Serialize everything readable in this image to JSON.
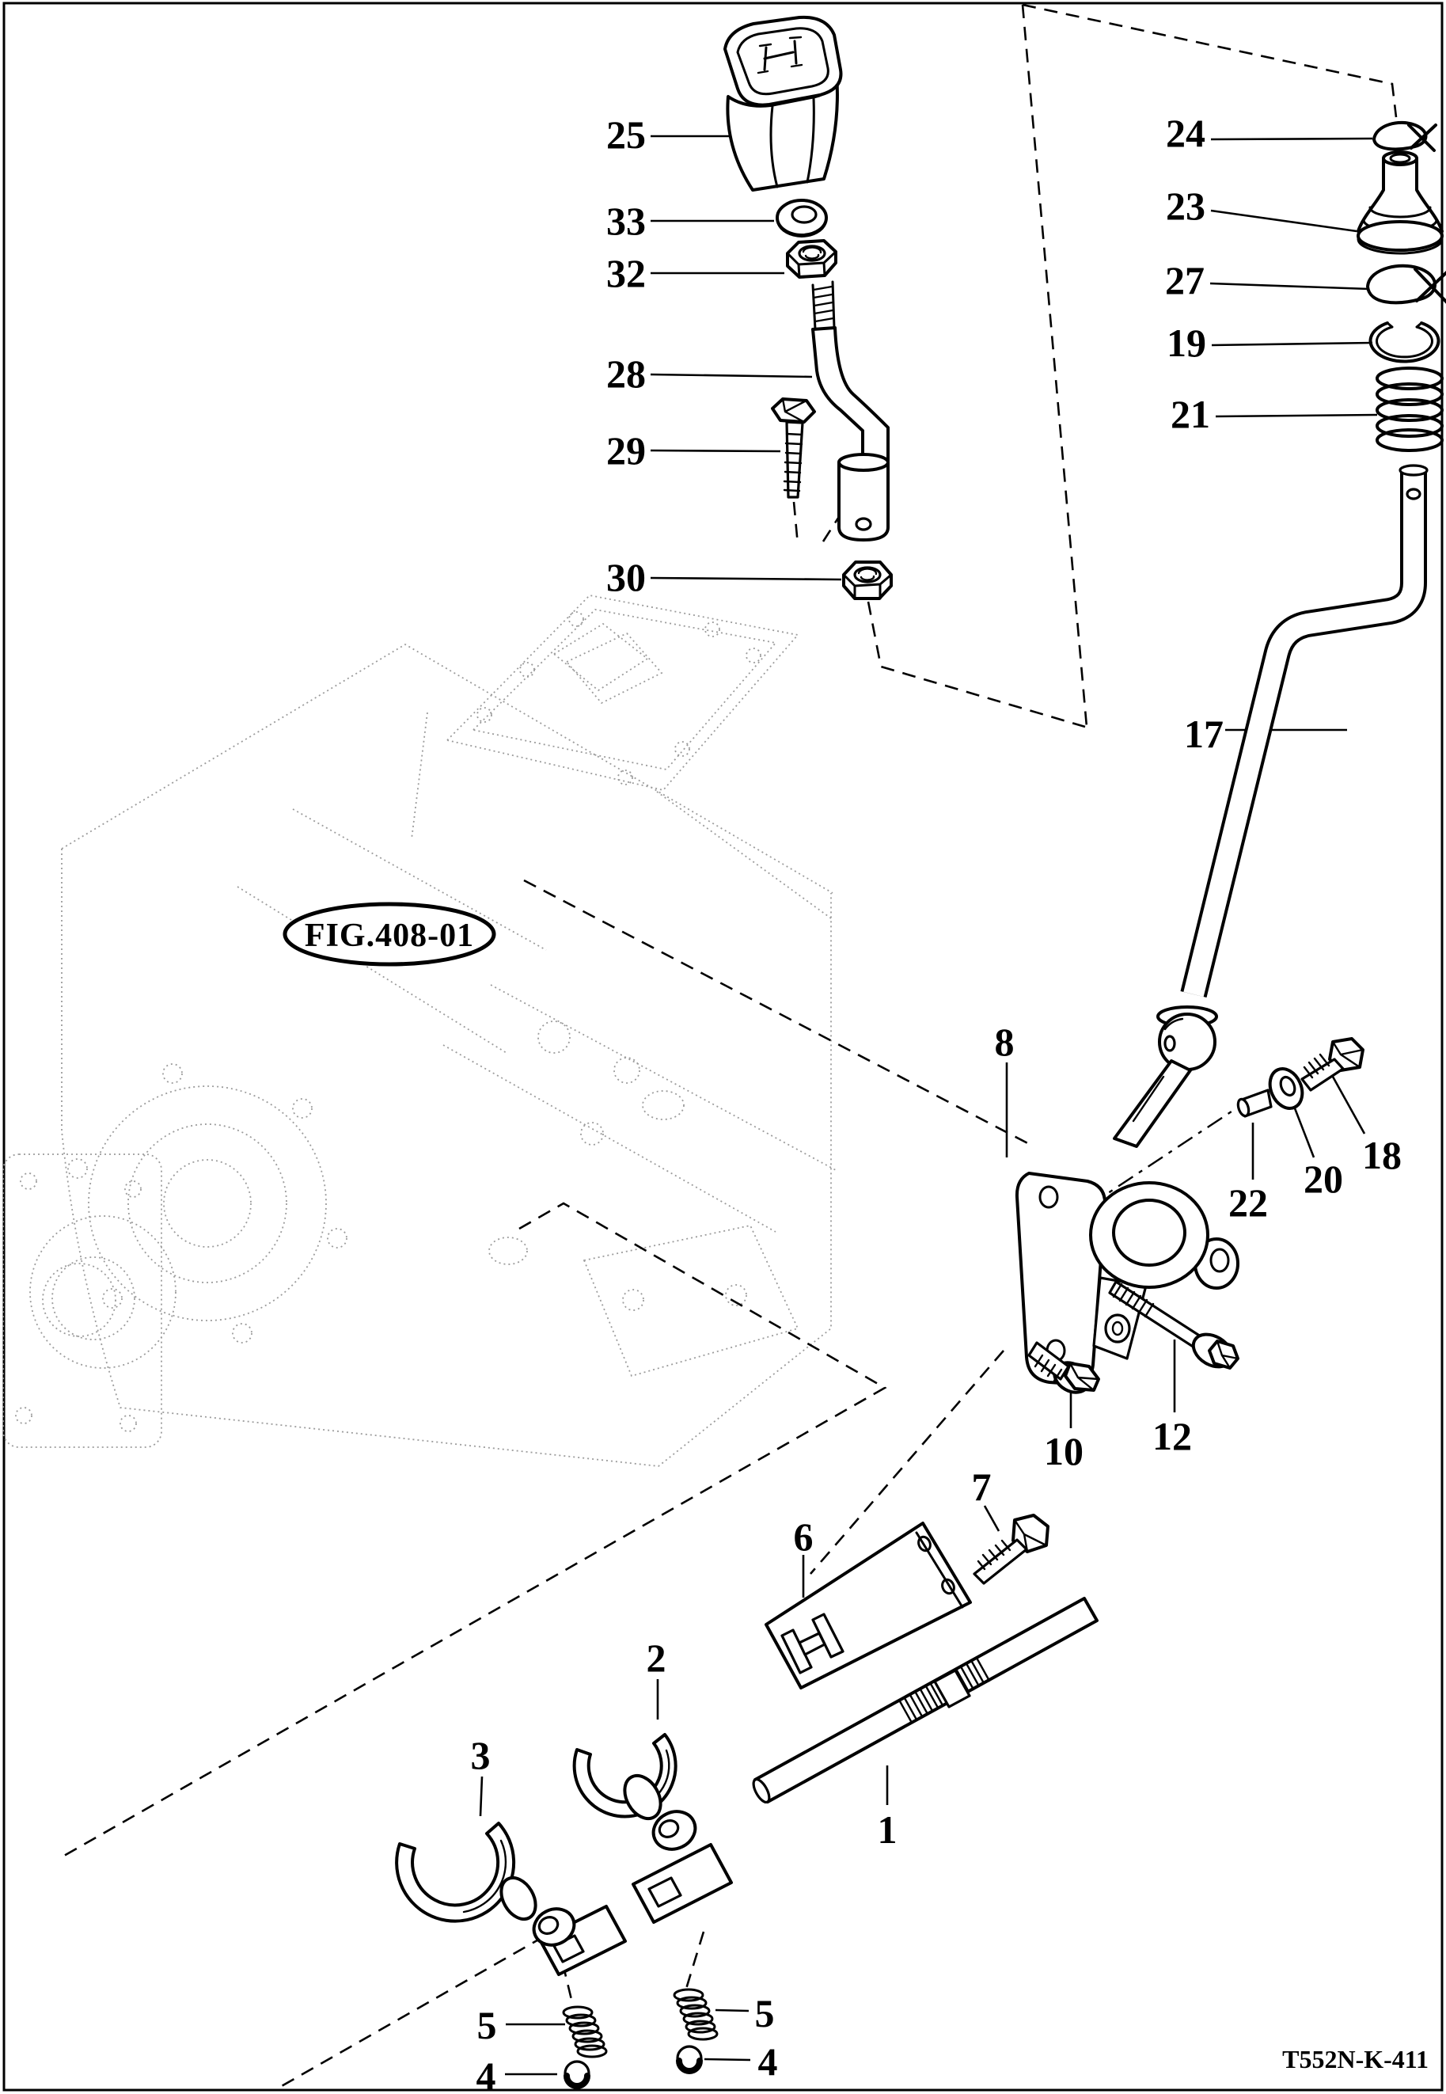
{
  "figure": {
    "label": "FIG.408-01",
    "doc_code": "T552N-K-411"
  },
  "callouts": {
    "25": "25",
    "33": "33",
    "32": "32",
    "28": "28",
    "29": "29",
    "30": "30",
    "24": "24",
    "23": "23",
    "27": "27",
    "19": "19",
    "21": "21",
    "17": "17",
    "8": "8",
    "22": "22",
    "20": "20",
    "18": "18",
    "10": "10",
    "12": "12",
    "7": "7",
    "6": "6",
    "1": "1",
    "2": "2",
    "3": "3",
    "5_left": "5",
    "4_left": "4",
    "5_right": "5",
    "4_right": "4"
  }
}
